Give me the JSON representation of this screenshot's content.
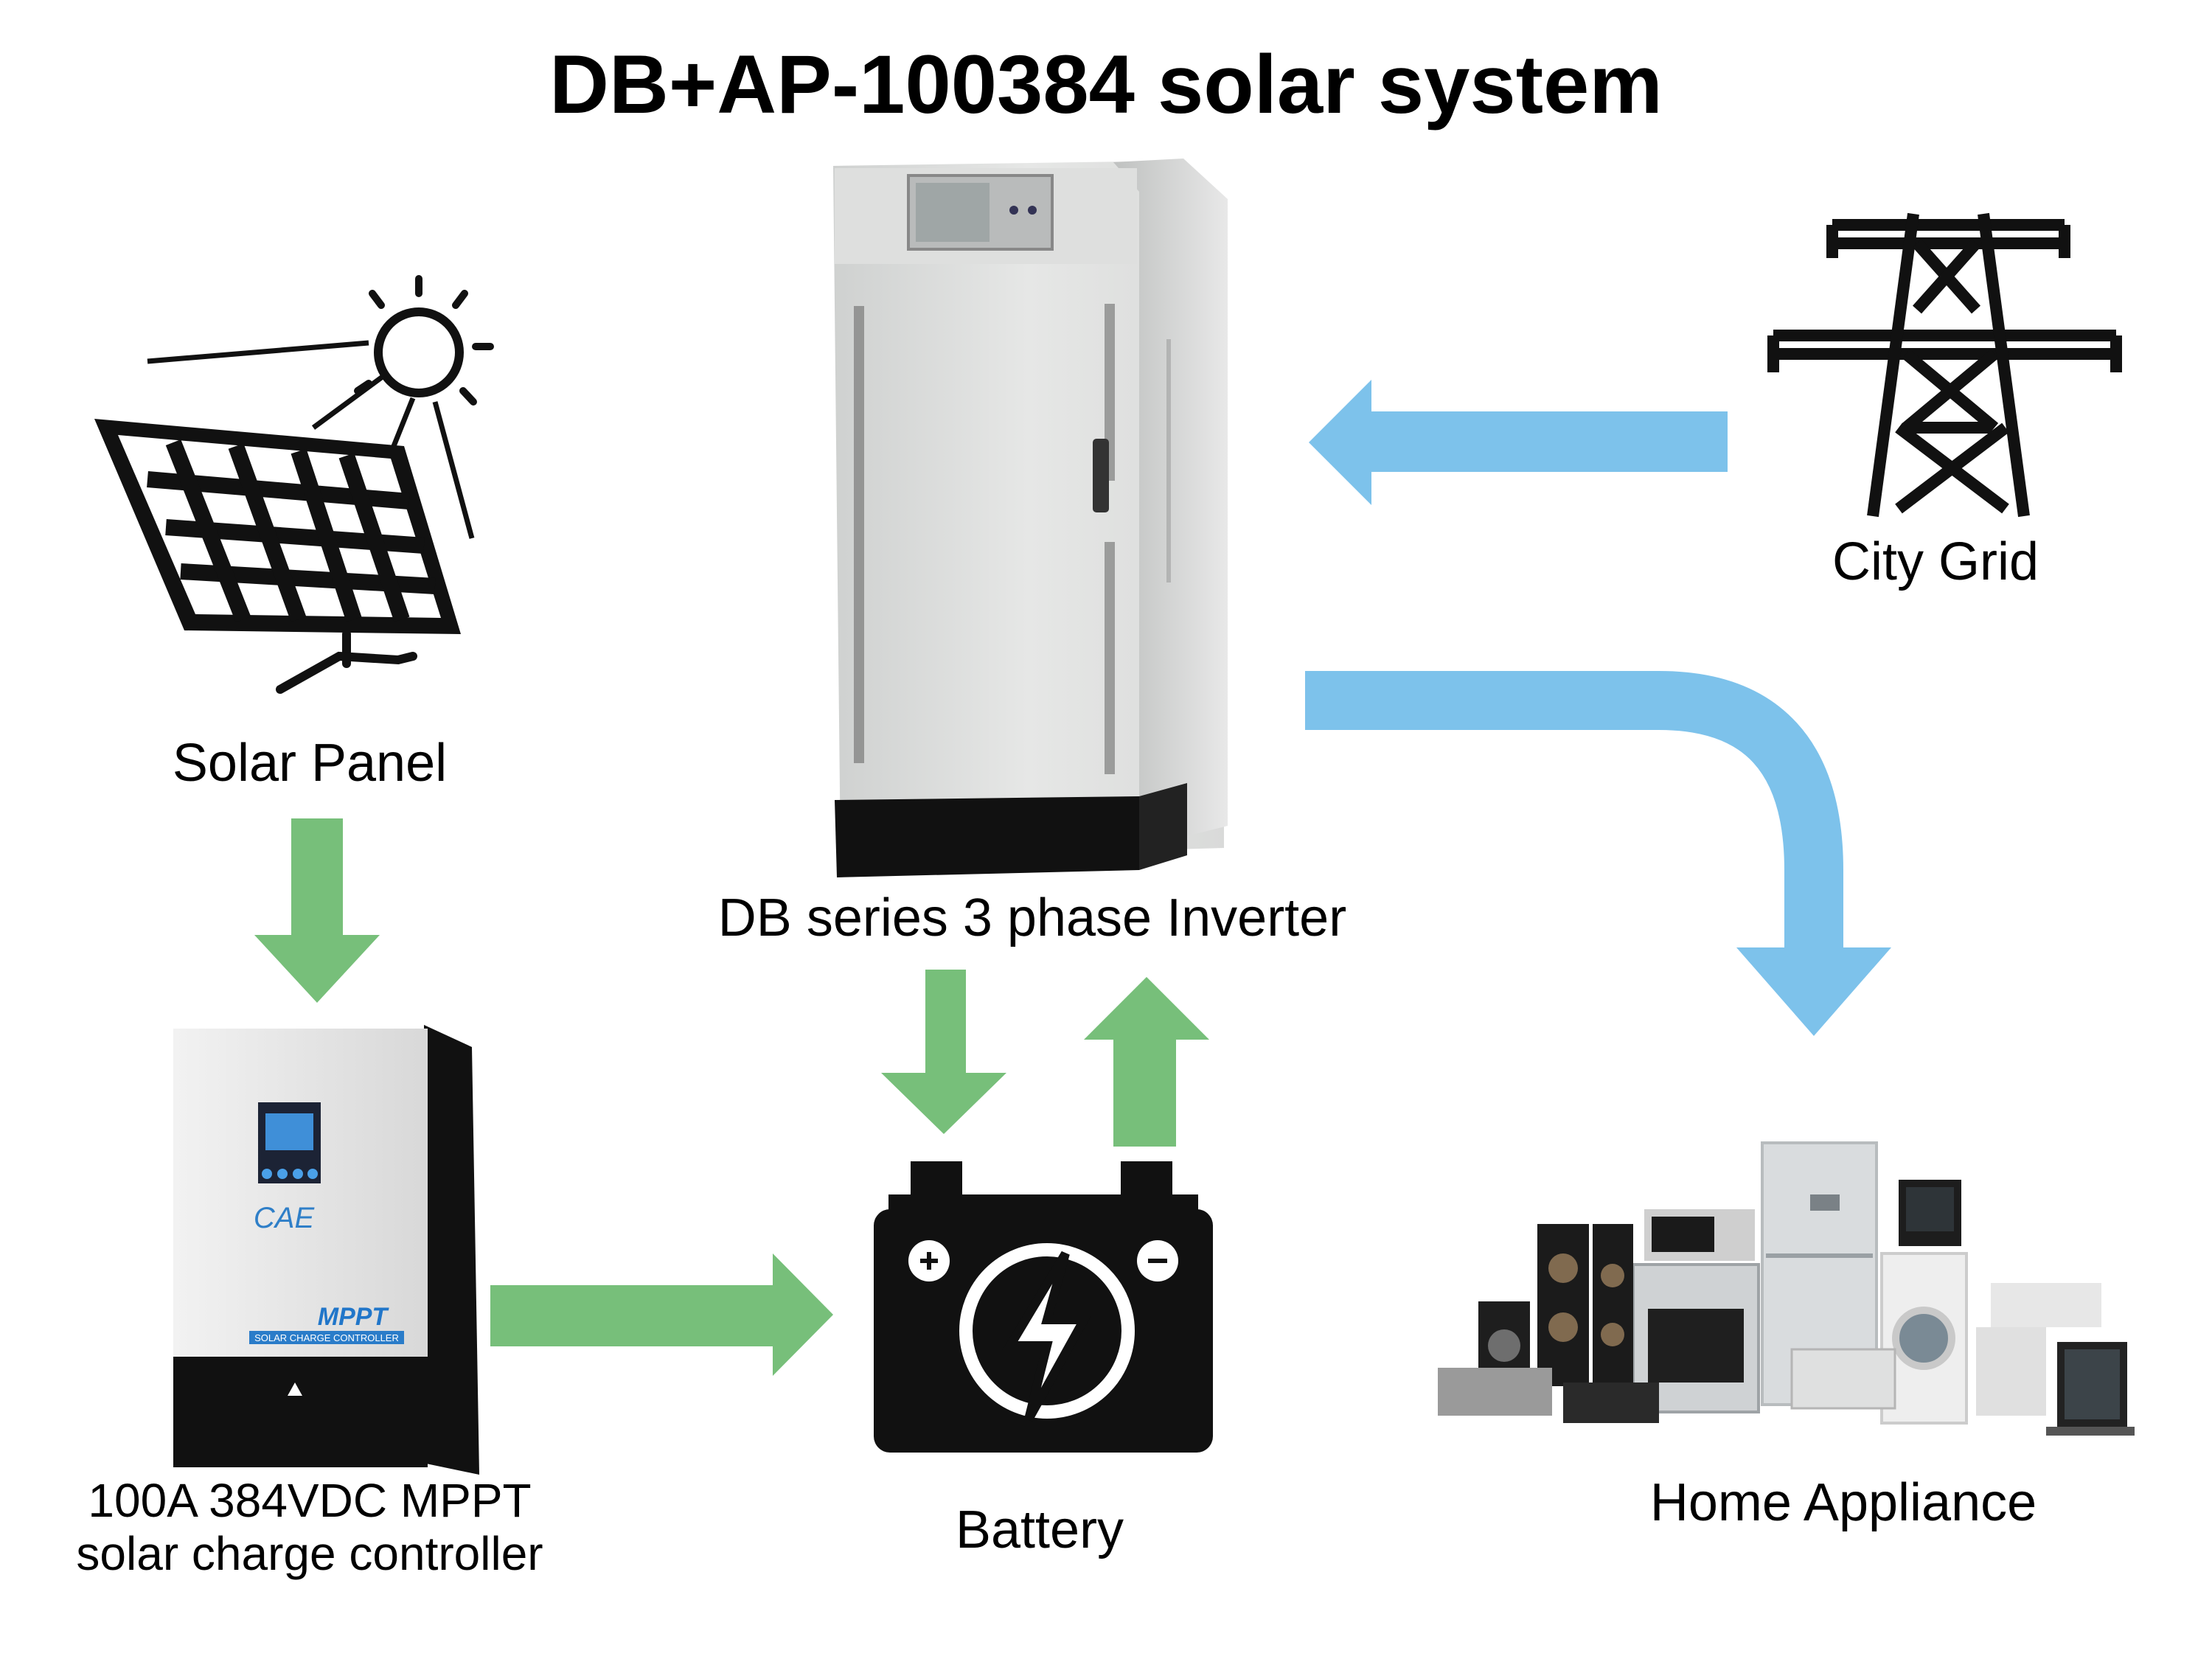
{
  "title": "DB+AP-100384 solar system",
  "nodes": {
    "solar_panel": "Solar Panel",
    "inverter": "DB series 3 phase Inverter",
    "city_grid": "City Grid",
    "controller_line1": "100A 384VDC MPPT",
    "controller_line2": "solar charge controller",
    "battery": "Battery",
    "home_appliance": "Home Appliance"
  },
  "device_text": {
    "mppt": "MPPT",
    "mppt_sub": "SOLAR CHARGE CONTROLLER"
  },
  "colors": {
    "green_arrow": "#77BF7A",
    "blue_arrow": "#7DC2EB",
    "icon_black": "#111111"
  }
}
